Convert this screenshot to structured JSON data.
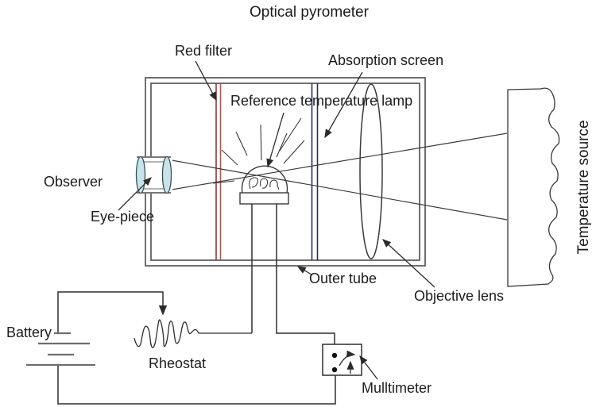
{
  "title": "Optical pyrometer",
  "labels": {
    "red_filter": "Red filter",
    "absorption_screen": "Absorption screen",
    "reference_lamp": "Reference temperature lamp",
    "observer": "Observer",
    "eye_piece": "Eye-piece",
    "outer_tube": "Outer tube",
    "objective_lens": "Objective lens",
    "temperature_source": "Temperature source",
    "battery": "Battery",
    "rheostat": "Rheostat",
    "multimeter": "Mulltimeter"
  },
  "colors": {
    "background": "#ffffff",
    "line": "#3a3a3a",
    "tube": "#4d4d4d",
    "wire": "#2f2f2f",
    "plate": "#6e6e6e",
    "inner_gray": "#9a9a9a",
    "red_filter_dark": "#8b3a3a",
    "red_filter_bright": "#c94b44",
    "absorption_screen": "#2e2e52",
    "lens_fill": "#c8e4ea",
    "lens_stroke": "#33505a",
    "text": "#1c1c1c"
  }
}
